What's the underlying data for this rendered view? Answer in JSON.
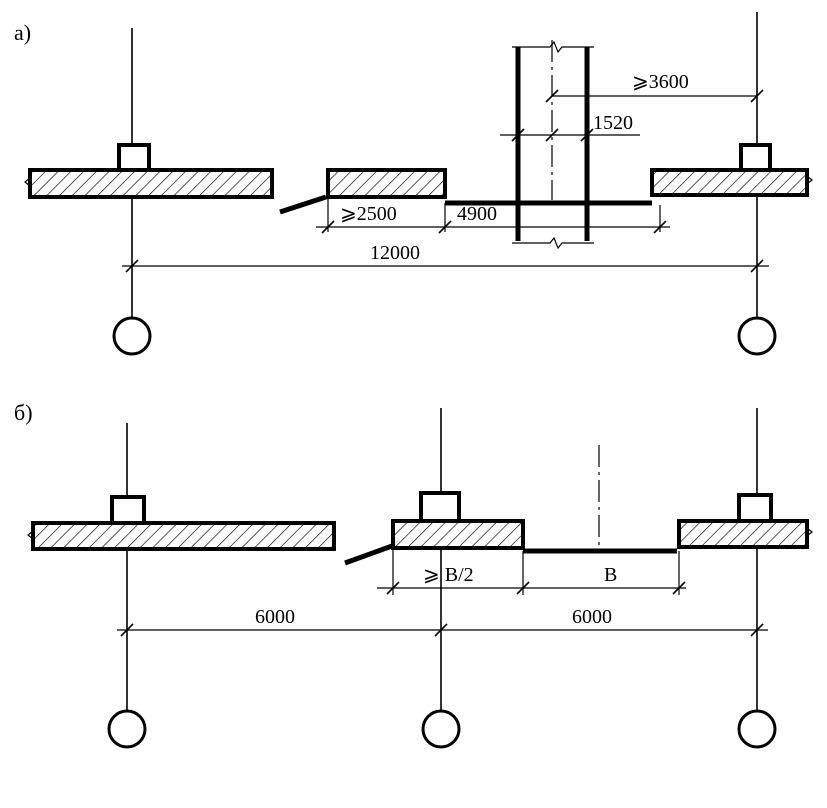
{
  "panels": {
    "a": {
      "label": "а)",
      "dims": {
        "min_3600": "⩾3600",
        "d1520": "1520",
        "min_2500": "⩾2500",
        "d4900": "4900",
        "d12000": "12000"
      }
    },
    "b": {
      "label": "б)",
      "dims": {
        "min_half_b": "⩾ B/2",
        "b": "B",
        "d6000_left": "6000",
        "d6000_right": "6000"
      }
    }
  }
}
